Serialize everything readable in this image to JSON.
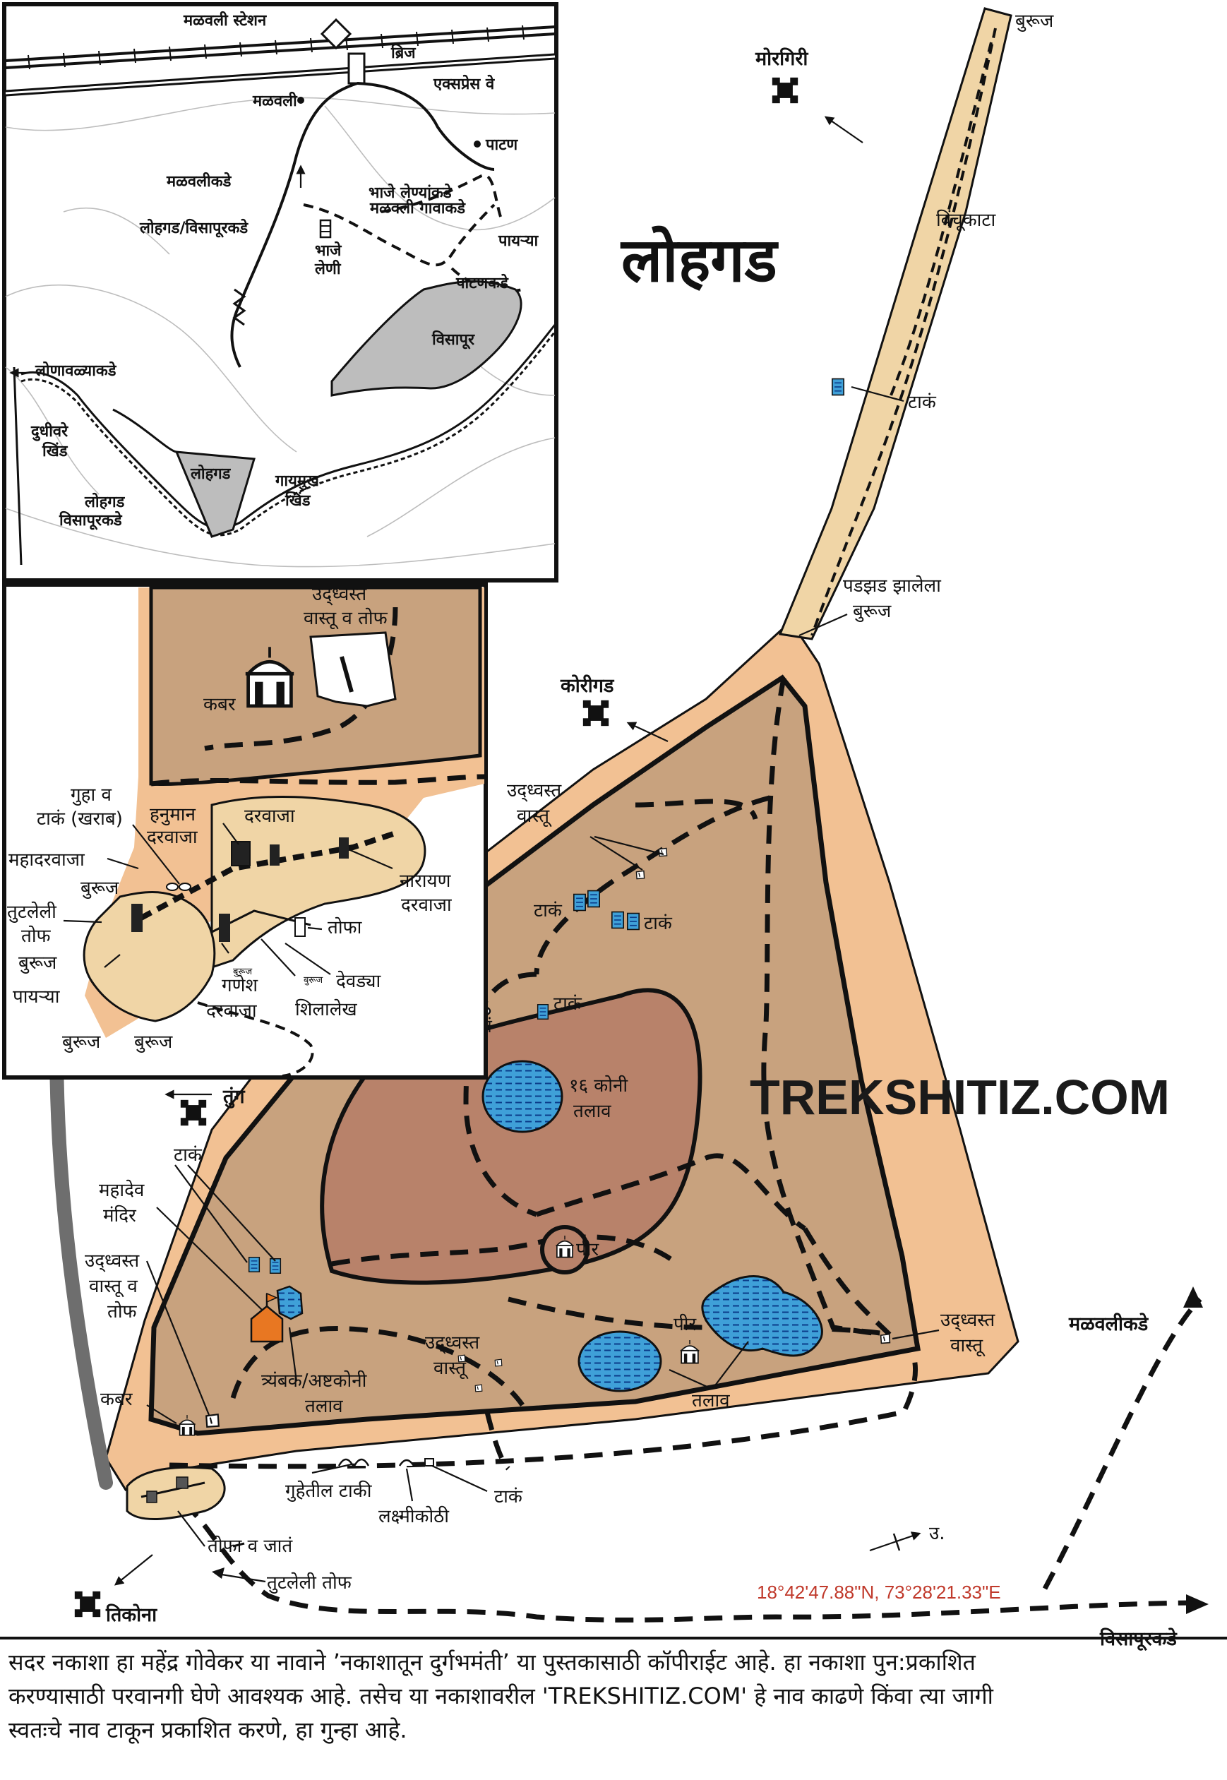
{
  "title": "लोहगड",
  "brand": "TREKSHITIZ.COM",
  "coordinates": "18°42'47.88\"N, 73°28'21.33\"E",
  "colors": {
    "outer_terrain": "#f2c193",
    "fort_plateau": "#c8a27e",
    "inner_plateau": "#b8826a",
    "water": "#3fa0d8",
    "temple": "#e87722",
    "ridge": "#f0d5a6",
    "visapur_fill": "#bdbdbd",
    "coordinate_text": "#c0392b"
  },
  "icons": {
    "fort_marker": "fort-marker-icon",
    "water_tank": "water-tank-icon",
    "lake": "lake-icon",
    "shrine": "shrine-icon",
    "temple": "temple-icon",
    "structure_ruin": "ruin-icon",
    "north_arrow": "north-arrow-icon"
  },
  "neighbor_forts": {
    "morgiri": "मोरगिरी",
    "korigad": "कोरीगड",
    "tung": "तुंग",
    "tikona": "तिकोना"
  },
  "directions": {
    "malavli": "मळवलीकडे",
    "visapur": "विसापूरकडे",
    "north": "उ."
  },
  "main_labels": {
    "buruj_top": "बुरूज",
    "vinchukata": "विंचूकाटा",
    "taak_ridge": "टाकं",
    "collapsed_bastion_l1": "पडझड झालेला",
    "collapsed_bastion_l2": "बुरूज",
    "ruins_top_l1": "उद्ध्वस्त",
    "ruins_top_l2": "वास्तू",
    "taak_a": "टाकं",
    "taak_b": "टाकं",
    "taak_c": "टाकं",
    "jaat": "जातं",
    "lake16_l1": "१६ कोनी",
    "lake16_l2": "तलाव",
    "peer_center": "पीर",
    "mahadev_l1": "महादेव",
    "mahadev_l2": "मंदिर",
    "taak_left": "टाकं",
    "ruins_tof_l1": "उद्ध्वस्त",
    "ruins_tof_l2": "वास्तू व",
    "ruins_tof_l3": "तोफ",
    "trimbak_l1": "त्र्यंबक/अष्टकोनी",
    "trimbak_l2": "तलाव",
    "ruins_mid_l1": "उद्ध्वस्त",
    "ruins_mid_l2": "वास्तू",
    "peer_right": "पीर",
    "talav": "तलाव",
    "ruins_right_l1": "उद्ध्वस्त",
    "ruins_right_l2": "वास्तू",
    "kabar": "कबर",
    "cave_tanks": "गुहेतील टाकी",
    "lakshmi_kothi": "लक्ष्मीकोठी",
    "taak_bottom": "टाकं",
    "tofa_jaat": "तोफा व जातं",
    "broken_cannon": "तुटलेली तोफ"
  },
  "inset_region": {
    "malavli_station": "मळवली स्टेशन",
    "bridge": "ब्रिज",
    "expressway": "एक्सप्रेस वे",
    "malavli": "मळवली",
    "patan": "पाटण",
    "to_malavli": "मळवलीकडे",
    "to_bhaje_l1": "भाजे लेण्यांकडे",
    "to_bhaje_l2": "मळवली गावाकडे",
    "to_lohagad_visapur": "लोहगड/विसापूरकडे",
    "bhaje_l1": "भाजे",
    "bhaje_l2": "लेणी",
    "steps": "पायऱ्या",
    "to_patan": "पाटणकडे",
    "visapur": "विसापूर",
    "to_lonavala": "लोणावळ्याकडे",
    "dudhivare_l1": "दुधीवरे",
    "dudhivare_l2": "खिंड",
    "lohagad": "लोहगड",
    "gaymukh_l1": "गायमुख",
    "gaymukh_l2": "खिंड",
    "lohagad_visapur_l1": "लोहगड",
    "lohagad_visapur_l2": "विसापूरकडे"
  },
  "inset_gates": {
    "ruins_l1": "उद्ध्वस्त",
    "ruins_l2": "वास्तू व तोफ",
    "kabar": "कबर",
    "cave_l1": "गुहा व",
    "cave_l2": "टाकं (खराब)",
    "hanuman_l1": "हनुमान",
    "hanuman_l2": "दरवाजा",
    "darwaja": "दरवाजा",
    "mahadarwaja": "महादरवाजा",
    "buruj_a": "बुरूज",
    "broken_tof_l1": "तुटलेली",
    "broken_tof_l2": "तोफ",
    "narayan_l1": "नारायण",
    "narayan_l2": "दरवाजा",
    "tofa": "तोफा",
    "buruj_b": "बुरूज",
    "steps": "पायऱ्या",
    "ganesh_l1": "गणेश",
    "ganesh_l2": "दरवाजा",
    "buruj_small_a": "बुरूज",
    "buruj_small_b": "बुरूज",
    "devdya": "देवड्या",
    "shilalekh": "शिलालेख",
    "buruj_c": "बुरूज",
    "buruj_d": "बुरूज"
  },
  "footer": {
    "line1": "सदर नकाशा हा महेंद्र गोवेकर या नावाने ’नकाशातून दुर्गभमंती’ या पुस्तकासाठी कॉपीराईट आहे. हा नकाशा पुन:प्रकाशित",
    "line2": "करण्यासाठी परवानगी घेणे आवश्यक आहे. तसेच या नकाशावरील 'TREKSHITIZ.COM' हे नाव काढणे किंवा त्या जागी",
    "line3": "स्वतःचे नाव टाकून प्रकाशित करणे, हा गुन्हा आहे."
  }
}
